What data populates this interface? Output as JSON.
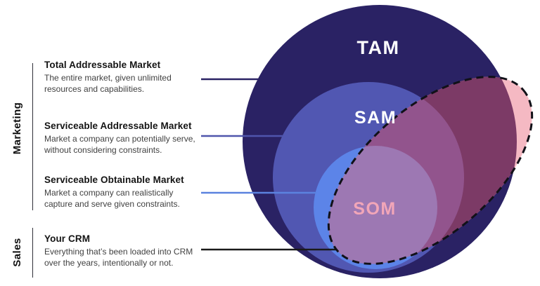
{
  "diagram": {
    "tam_label": "TAM",
    "sam_label": "SAM",
    "som_label": "SOM"
  },
  "side_labels": {
    "marketing": "Marketing",
    "sales": "Sales"
  },
  "sections": [
    {
      "heading": "Total Addressable Market",
      "desc_lines": [
        "The entire market, given unlimited",
        "resources and capabilities."
      ]
    },
    {
      "heading": "Serviceable Addressable Market",
      "desc_lines": [
        "Market a company can potentially serve,",
        "without considering constraints."
      ]
    },
    {
      "heading": "Serviceable Obtainable Market",
      "desc_lines": [
        "Market a company can realistically",
        "capture and serve given constraints."
      ]
    },
    {
      "heading": "Your CRM",
      "desc_lines": [
        "Everything that’s been loaded into CRM",
        "over the years, intentionally or not."
      ]
    }
  ],
  "colors": {
    "background": "#FFFFFF",
    "tam_fill": "#2A2264",
    "sam_fill": "#5157B2",
    "som_fill": "#5C84E8",
    "crm_fill_outside": "#F5B9C3",
    "crm_fill_over_tam": "#7C3A66",
    "crm_fill_over_sam": "#92548D",
    "crm_fill_over_som": "#9D78B3",
    "crm_outline": "#111118",
    "tam_label_color": "#FFFFFF",
    "sam_label_color": "#FFFFFF",
    "som_label_color": "#F2A6B8",
    "connector_tam": "#2A2264",
    "connector_sam": "#4F55AC",
    "connector_som": "#5B82DF",
    "connector_crm": "#1A1A1A"
  }
}
